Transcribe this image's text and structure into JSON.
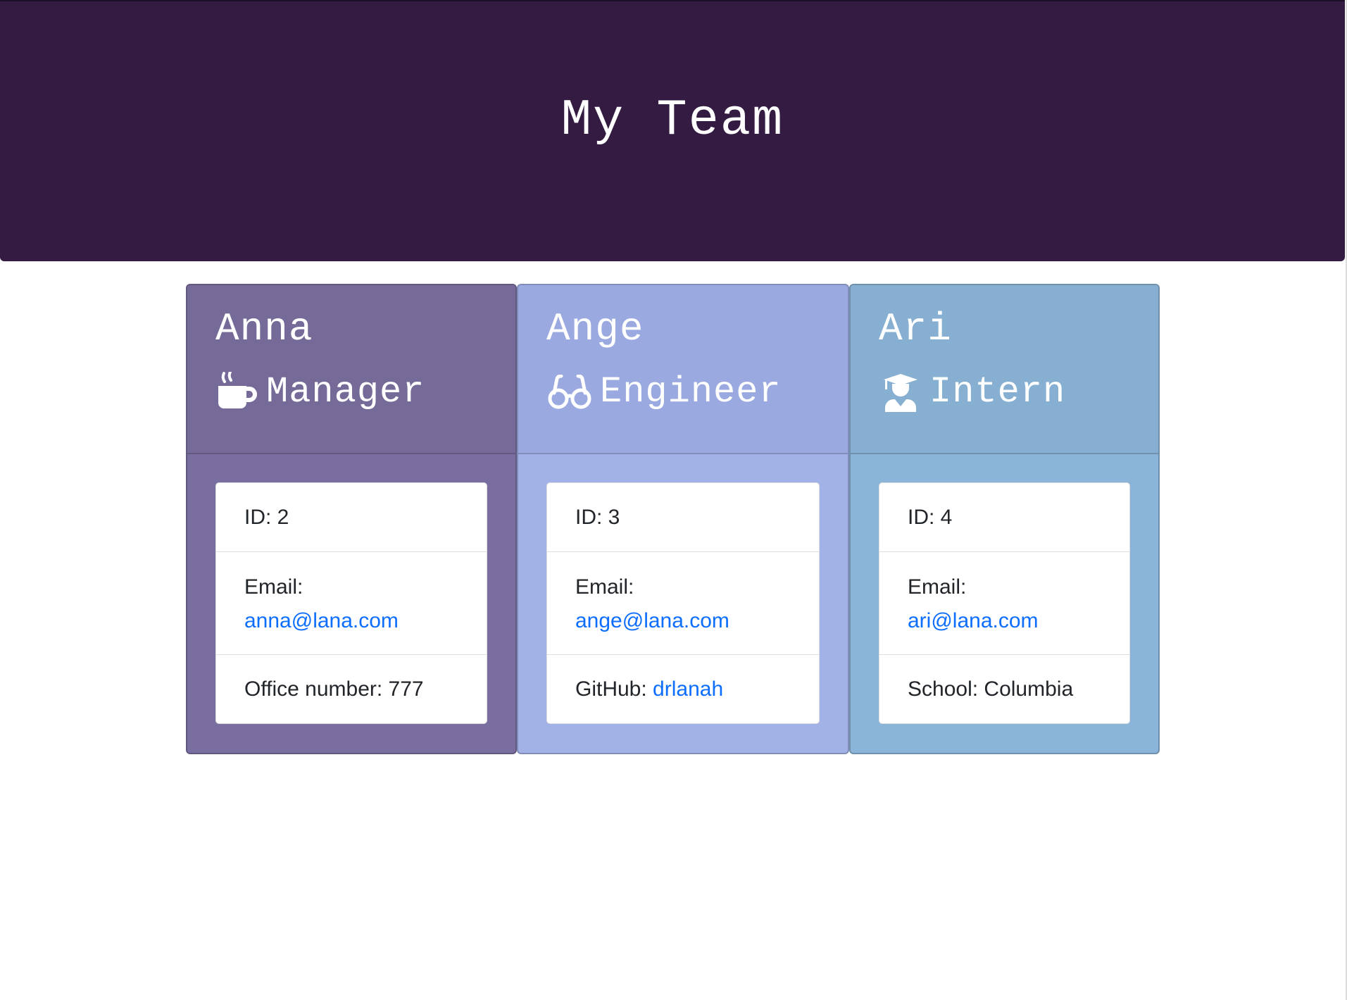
{
  "header": {
    "title": "My Team"
  },
  "colors": {
    "header_bg": "#331b42",
    "manager_bg": "#7a6ea0",
    "engineer_bg": "#a2b1e6",
    "intern_bg": "#8ab4d8",
    "link": "#0d6efd"
  },
  "cards": [
    {
      "name": "Anna",
      "role": "Manager",
      "icon": "mug-hot-icon",
      "id_text": "ID: 2",
      "email_label": "Email:",
      "email": "anna@lana.com",
      "extra_label": "Office number: 777",
      "extra_link": ""
    },
    {
      "name": "Ange",
      "role": "Engineer",
      "icon": "glasses-icon",
      "id_text": "ID: 3",
      "email_label": "Email:",
      "email": "ange@lana.com",
      "extra_label": "GitHub: ",
      "extra_link": "drlanah"
    },
    {
      "name": "Ari",
      "role": "Intern",
      "icon": "user-graduate-icon",
      "id_text": "ID: 4",
      "email_label": "Email:",
      "email": "ari@lana.com",
      "extra_label": "School: Columbia",
      "extra_link": ""
    }
  ]
}
